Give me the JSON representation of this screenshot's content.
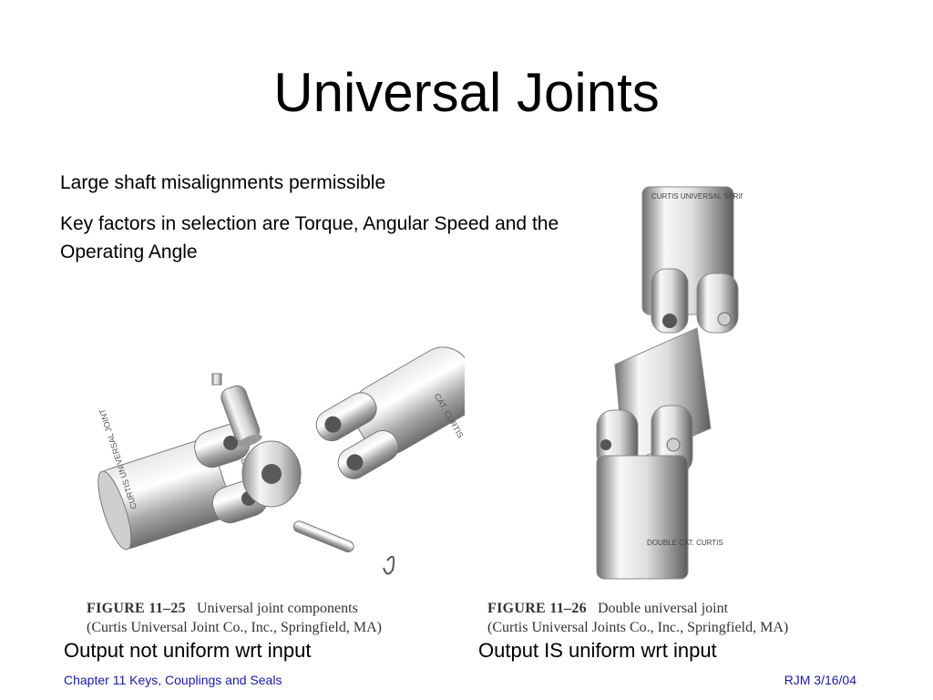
{
  "slide": {
    "title": "Universal Joints",
    "bullets": [
      "Large shaft misalignments permissible",
      "Key factors in selection are Torque, Angular Speed and the Operating Angle"
    ]
  },
  "figure_left": {
    "number": "FIGURE 11–25",
    "caption": "Universal joint components",
    "credit": "(Curtis Universal Joint Co., Inc., Springfield, MA)",
    "note": "Output not uniform wrt input",
    "engraving_yoke_left": "CURTIS UNIVERSAL JOINT",
    "engraving_yoke_right": "CAT. CURTIS"
  },
  "figure_right": {
    "number": "FIGURE 11–26",
    "caption": "Double universal joint",
    "credit": "(Curtis Universal Joints Co., Inc., Springfield, MA)",
    "note": "Output IS uniform wrt input",
    "engraving_top": "CURTIS UNIVERSAL SPRINGFIELD MANUFACT",
    "engraving_bottom": "DOUBLE CAT. CURTIS"
  },
  "footer": {
    "left": "Chapter 11  Keys, Couplings and Seals",
    "right": "RJM  3/16/04"
  },
  "colors": {
    "footer_text": "#1a1aa8",
    "metal_light": "#f2f2f2",
    "metal_dark": "#7a7a7a"
  }
}
